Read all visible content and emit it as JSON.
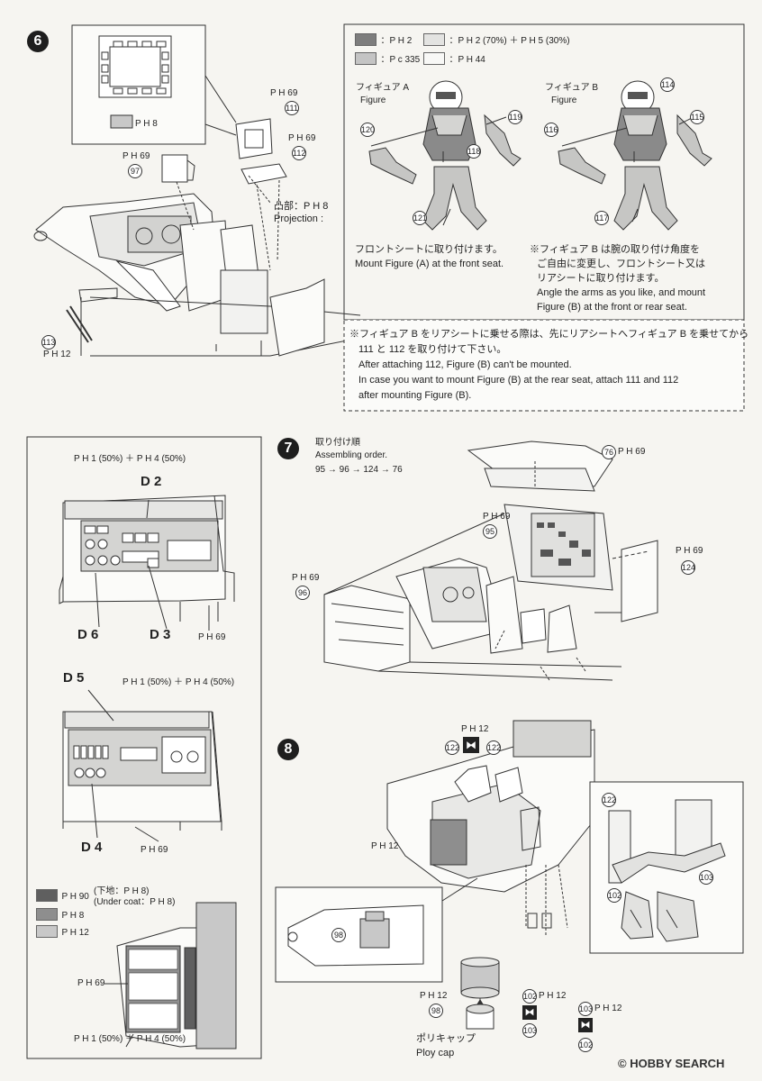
{
  "steps": {
    "s6": "6",
    "s7": "7",
    "s8": "8"
  },
  "step6": {
    "inset_label": "P H 8",
    "paint_111": "P H 69",
    "paint_112": "P H 69",
    "paint_97": "P H 69",
    "paint_113": "P H 12",
    "part_111": "111",
    "part_112": "112",
    "part_97": "97",
    "part_113": "113",
    "projection_jp": "凸部：P H 8",
    "projection_en": "Projection :"
  },
  "legend_top": [
    {
      "color": "#7d7d7d",
      "text": "：P H 2"
    },
    {
      "color": "#e3e3e1",
      "text": "：P H 2 (70%) ＋ P H 5 (30%)"
    },
    {
      "color": "#c4c4c4",
      "text": "：P c 335"
    },
    {
      "color": "#f8f8f6",
      "text": "：P H 44"
    }
  ],
  "figures": {
    "figA_jp": "フィギュア A",
    "figA_en": "Figure",
    "figB_jp": "フィギュア B",
    "figB_en": "Figure",
    "partsA": [
      "120",
      "118",
      "119",
      "121"
    ],
    "partsB": [
      "114",
      "115",
      "116",
      "117"
    ],
    "mountA_jp": "フロントシートに取り付けます。",
    "mountA_en": "Mount Figure (A) at the front seat.",
    "noteB_jp1": "※フィギュア B は腕の取り付け角度を",
    "noteB_jp2": "ご自由に変更し、フロントシート又は",
    "noteB_jp3": "リアシートに取り付けます。",
    "noteB_en1": "Angle the arms as you like, and mount",
    "noteB_en2": "Figure (B) at the front or rear seat."
  },
  "note_box": {
    "jp1": "※フィギュア B をリアシートに乗せる際は、先にリアシートへフィギュア B を乗せてから",
    "jp2": "111 と 112 を取り付けて下さい。",
    "en1": "After attaching 112, Figure (B) can't be mounted.",
    "en2": "In case you want to mount Figure (B) at the rear seat, attach 111 and 112",
    "en3": "after mounting Figure (B)."
  },
  "panel_upper": {
    "top_label": "P H 1 (50%) ＋ P H 4 (50%)",
    "d2": "D 2",
    "d6": "D 6",
    "d3": "D 3",
    "right_label": "P H 69"
  },
  "panel_lower": {
    "d5": "D 5",
    "top_label": "P H 1 (50%) ＋ P H 4 (50%)",
    "d4": "D 4",
    "right_label": "P H 69"
  },
  "legend_bottom": [
    {
      "color": "#5f5f5f",
      "text": "P H 90",
      "note": "(下地：P H 8)",
      "note2": "(Under coat：P H 8)"
    },
    {
      "color": "#8e8e8e",
      "text": "P H 8"
    },
    {
      "color": "#c8c8c8",
      "text": "P H 12"
    }
  ],
  "panel_bottom": {
    "label_69": "P H 69",
    "label_mix": "P H 1 (50%) ＋ P H 4 (50%)"
  },
  "step7": {
    "order_jp": "取り付け順",
    "order_en": "Assembling order.",
    "order_seq": "95 → 96 → 124 → 76",
    "p76": "76",
    "p76_paint": "P H 69",
    "p95": "95",
    "p95_paint": "P H 69",
    "p96": "96",
    "p96_paint": "P H 69",
    "p124": "124",
    "p124_paint": "P H 69"
  },
  "step8": {
    "top_paint": "P H 12",
    "p122a": "122",
    "p122b": "122",
    "left_paint": "P H 12",
    "p98": "98",
    "p98b": "98",
    "p98_paint": "P H 12",
    "polycap_jp": "ポリキャップ",
    "polycap_en": "Ploy cap",
    "p102": "102",
    "p102_paint": "P H 12",
    "p103": "103",
    "p103_paint": "P H 12",
    "p103b": "103",
    "p102b": "102",
    "inset_122": "122",
    "inset_102": "102",
    "inset_103": "103"
  },
  "watermark": "© HOBBY SEARCH"
}
